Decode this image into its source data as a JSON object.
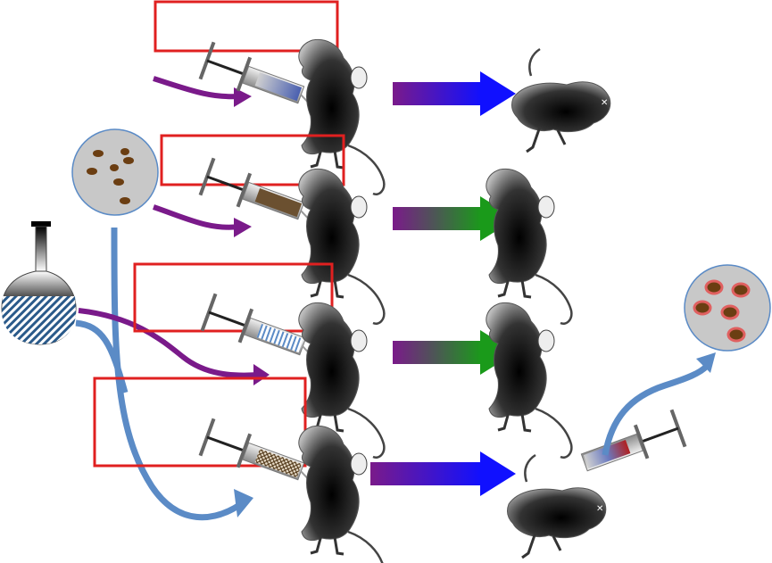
{
  "diagram": {
    "rows": [
      {
        "id": "row-1",
        "label": "",
        "syringe_fill": "blue-gradient",
        "arrow_colors": [
          "#7a1a8a",
          "#1010ff"
        ],
        "outcome": "collapsed-mouse"
      },
      {
        "id": "row-2",
        "label": "",
        "syringe_fill": "brown",
        "arrow_colors": [
          "#7a1a8a",
          "#1a9a1a"
        ],
        "outcome": "healthy-mouse"
      },
      {
        "id": "row-3",
        "label": "",
        "syringe_fill": "blue-striped",
        "arrow_colors": [
          "#7a1a8a",
          "#1a9a1a"
        ],
        "outcome": "healthy-mouse"
      },
      {
        "id": "row-4",
        "label": "",
        "syringe_fill": "crosshatch",
        "arrow_colors": [
          "#7a1a8a",
          "#1010ff"
        ],
        "outcome": "collapsed-mouse"
      }
    ],
    "colors": {
      "label_box": "#e02020",
      "purple_arrow": "#7a1a8a",
      "blue_arrow": "#5b8bc6",
      "dish_fill": "#c8c8c8",
      "cell_brown": "#6b3e12",
      "cell_ring": "#e06060"
    },
    "icons": [
      "flask-icon",
      "petri-dish-icon",
      "syringe-icon",
      "mouse-icon",
      "infected-dish-icon"
    ]
  }
}
